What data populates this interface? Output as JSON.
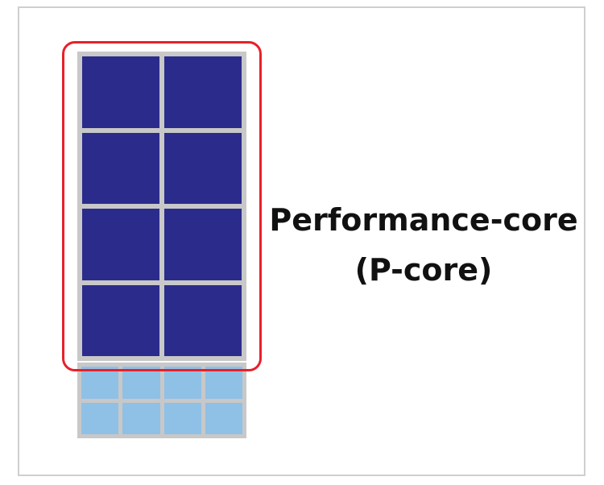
{
  "diagram": {
    "label_line1": "Performance-core",
    "label_line2": "(P-core)",
    "colors": {
      "p_core": "#2b2b8c",
      "e_core": "#8fc0e6",
      "highlight": "#e8202a",
      "grid_lines": "#c8c8c8",
      "frame": "#cfcfcf"
    },
    "p_core_count": 8,
    "e_core_count": 8
  }
}
